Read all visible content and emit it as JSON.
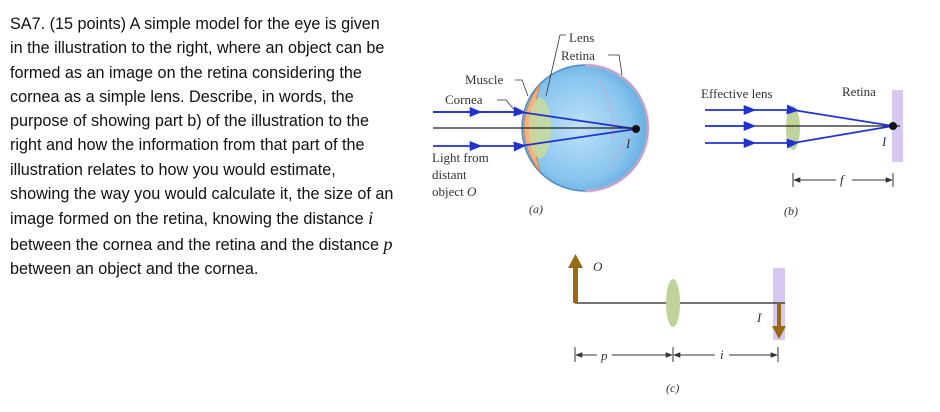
{
  "question": {
    "p1": "SA7. (15 points) A simple model for the eye is given in the illustration to the right, where an object can be formed as an image on the retina considering the cornea as a simple lens. Describe, in words, the purpose of showing part b) of the illustration to the right and how the information from that part of the illustration relates to how you would estimate, showing the way you would calculate it, the size of an image formed on the retina, knowing the distance ",
    "var_i": "i",
    "p2": " between the cornea and the retina and the distance ",
    "var_p": "p",
    "p3": " between an object and the cornea."
  },
  "figure": {
    "a": {
      "lens_label": "Lens",
      "retina_label": "Retina",
      "muscle_label": "Muscle",
      "cornea_label": "Cornea",
      "light_line1": "Light from",
      "light_line2": "distant",
      "light_line3": "object",
      "object_symbol": "O",
      "image_symbol": "I",
      "caption": "(a)"
    },
    "b": {
      "effective_lens_label": "Effective lens",
      "retina_label": "Retina",
      "image_symbol": "I",
      "focal_symbol": "f",
      "caption": "(b)"
    },
    "c": {
      "object_symbol": "O",
      "image_symbol": "I",
      "p_symbol": "p",
      "i_symbol": "i",
      "caption": "(c)"
    },
    "colors": {
      "ray": "#2233cc",
      "eye_blue": "#7fc1ee",
      "cornea": "#e3a070",
      "lens_green": "#bfd39a",
      "retina_lavender": "#d6c8f0",
      "arrow_brown": "#9a6a10"
    }
  }
}
